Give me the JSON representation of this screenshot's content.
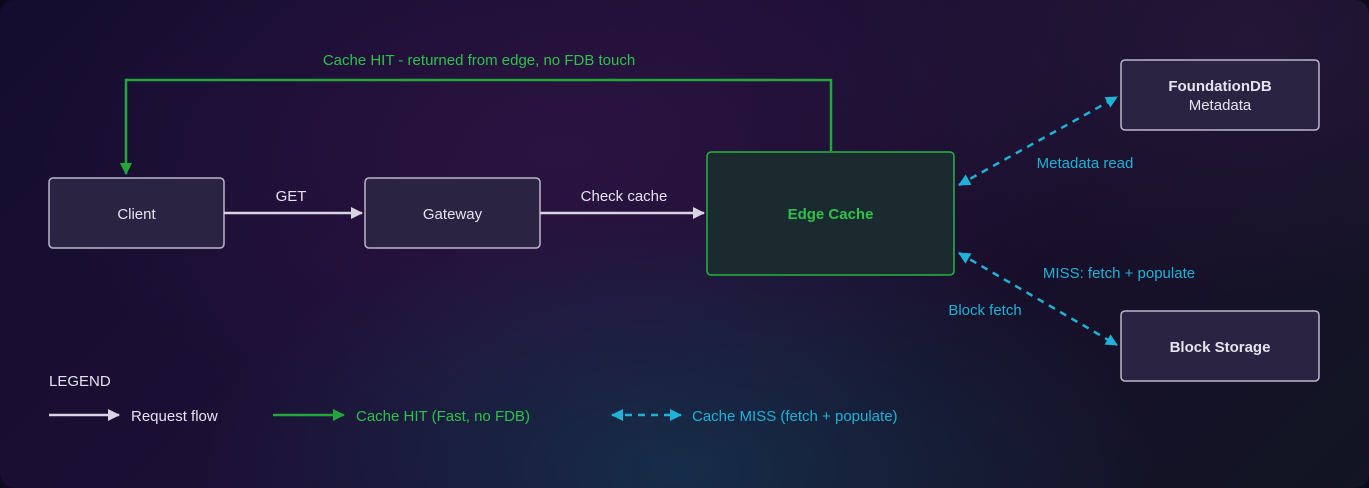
{
  "colors": {
    "request": "#d8d4e3",
    "hit": "#22a83a",
    "hit_text": "#2ec24a",
    "miss": "#1fb2d6",
    "node_border": "#bcb6c9",
    "node_fill": "#2b2342",
    "edge_node_fill": "#1a2a2e",
    "edge_node_border": "#27b340",
    "text": "#e6e3ee"
  },
  "nodes": {
    "client": {
      "label": "Client"
    },
    "gateway": {
      "label": "Gateway"
    },
    "edge_cache": {
      "label": "Edge Cache"
    },
    "foundationdb": {
      "title": "FoundationDB",
      "subtitle": "Metadata"
    },
    "block_storage": {
      "label": "Block Storage"
    }
  },
  "edges": {
    "get": "GET",
    "check_cache": "Check cache",
    "cache_hit": "Cache HIT - returned from edge, no FDB touch",
    "metadata_read": "Metadata read",
    "miss_populate": "MISS: fetch + populate",
    "block_fetch": "Block fetch"
  },
  "legend": {
    "title": "LEGEND",
    "request_flow": "Request flow",
    "cache_hit": "Cache HIT (Fast, no FDB)",
    "cache_miss": "Cache MISS (fetch + populate)"
  }
}
